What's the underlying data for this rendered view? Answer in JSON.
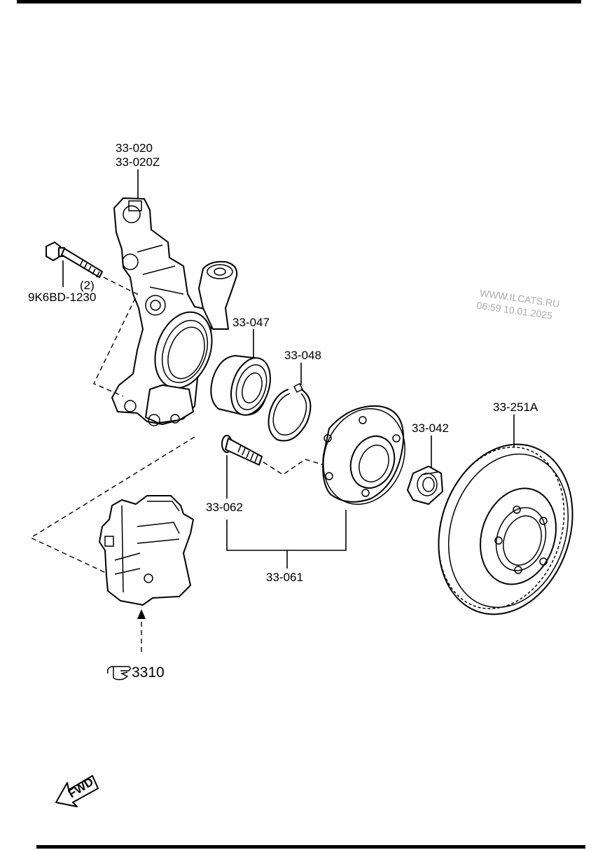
{
  "labels": {
    "knuckle_a": "33-020",
    "knuckle_b": "33-020Z",
    "bolt": "9K6BD-1230",
    "bolt_qty": "(2)",
    "bearing": "33-047",
    "snap_ring": "33-048",
    "hub_nut": "33-042",
    "disc": "33-251A",
    "wheel_stud": "33-062",
    "hub_assy": "33-061",
    "caliper_ref": "3310"
  },
  "watermark": {
    "line1": "WWW.ILCATS.RU",
    "line2": "06:59 10.01.2025"
  },
  "fwd_arrow": "FWD",
  "icons": {
    "reference": "pointing-hand-icon",
    "direction": "fwd-arrow-icon"
  }
}
